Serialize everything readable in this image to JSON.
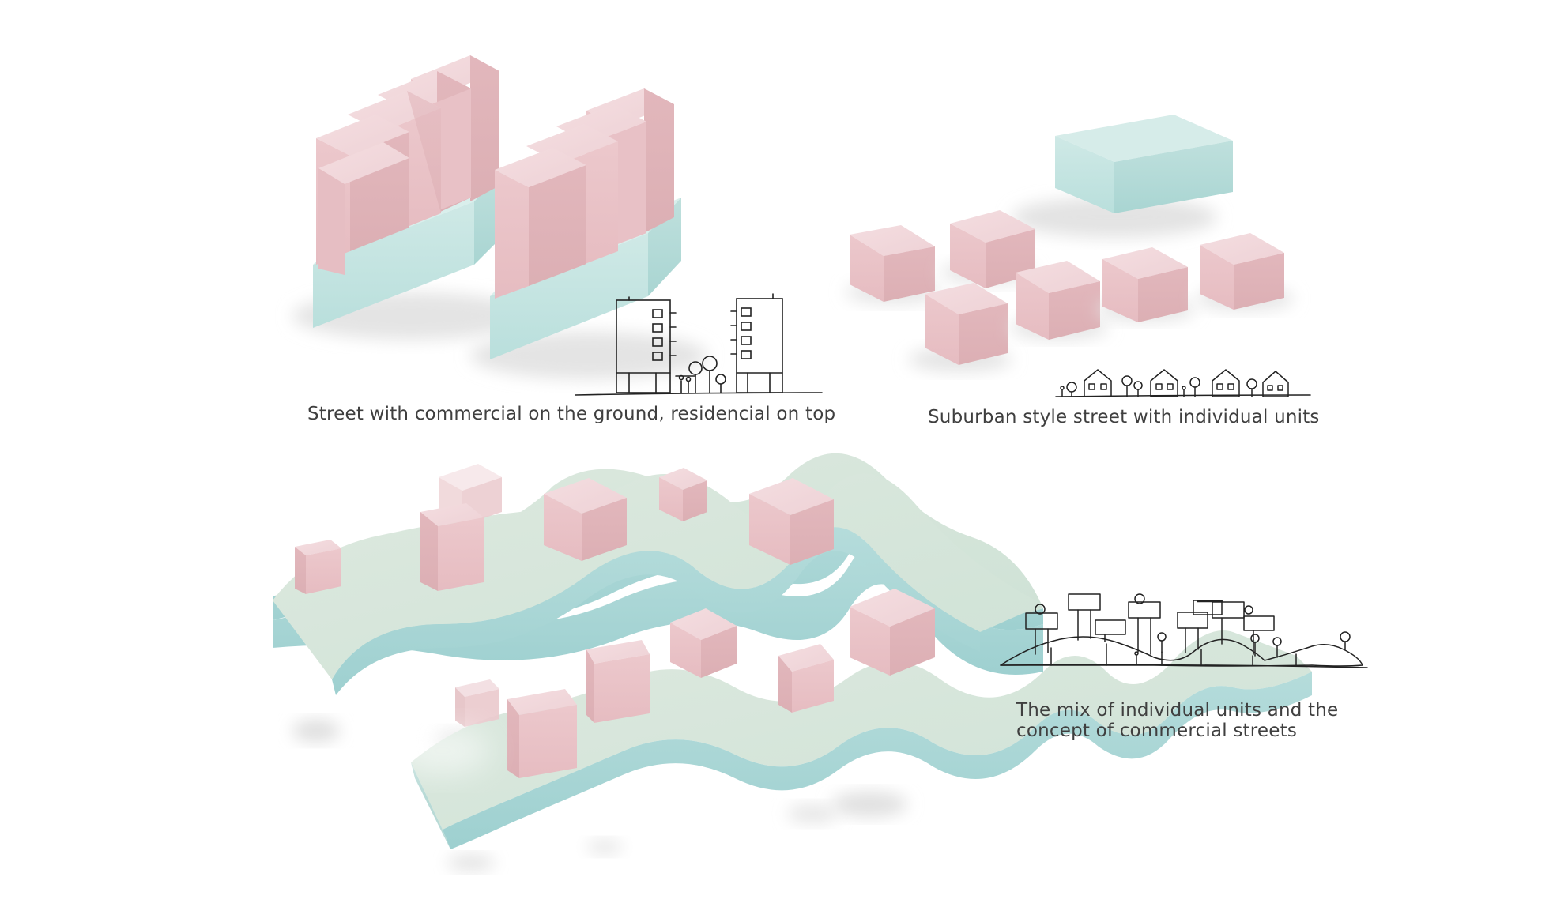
{
  "captions": {
    "commercial_street": "Street with commercial on the ground, residencial on top",
    "suburban_street": "Suburban style street with individual units",
    "mix_line1": "The mix of individual units and the",
    "mix_line2": "concept of commercial streets"
  },
  "colors": {
    "residential_block": "#e9c6ca",
    "commercial_base": "#c8e6e4",
    "landscape_top": "#d4e6da",
    "landscape_side": "#a8d6d6",
    "sketch_line": "#222222",
    "caption_text": "#3f3f3f"
  }
}
